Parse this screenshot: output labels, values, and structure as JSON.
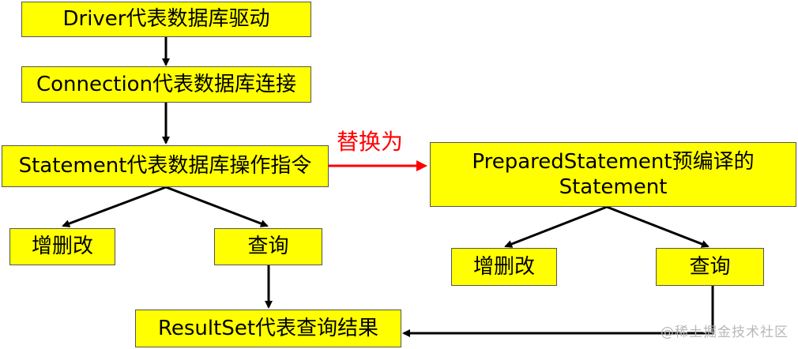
{
  "boxes": {
    "driver": "Driver代表数据库驱动",
    "connection": "Connection代表数据库连接",
    "statement": "Statement代表数据库操作指令",
    "prepared_line1": "PreparedStatement预编译的",
    "prepared_line2": "Statement",
    "crud_left": "增删改",
    "query_left": "查询",
    "crud_right": "增删改",
    "query_right": "查询",
    "resultset": "ResultSet代表查询结果"
  },
  "replace_label": "替换为",
  "watermark": "@稀土掘金技术社区",
  "colors": {
    "box_fill": "#ffff00",
    "box_border": "#555555",
    "arrow": "#000000",
    "replace_arrow": "#ff0000"
  }
}
